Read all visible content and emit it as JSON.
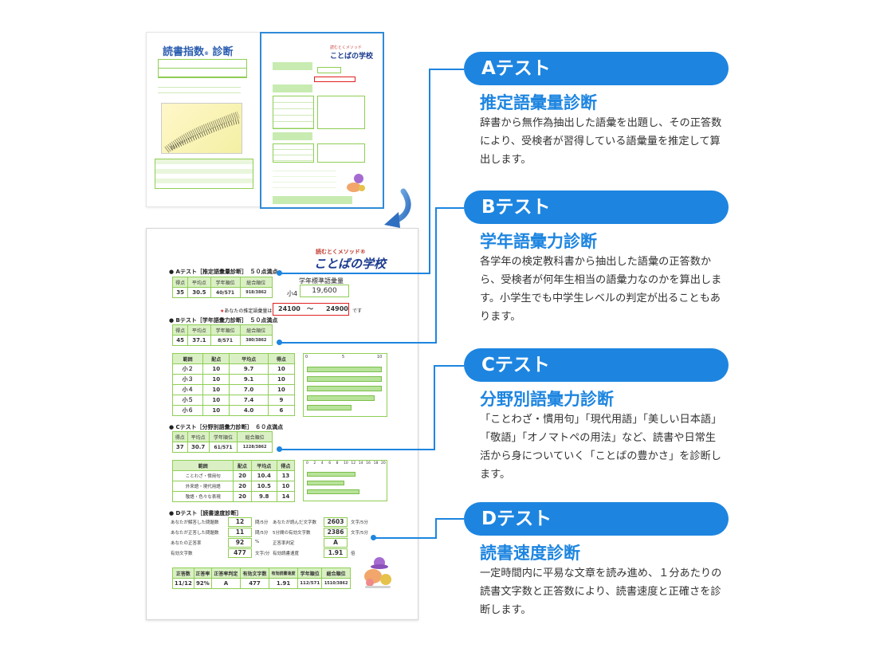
{
  "thumb1": {
    "title": "読書指数",
    "title_suffix": "診断"
  },
  "thumb2": {
    "logo_small": "読むとくメソッド",
    "logo": "ことばの学校"
  },
  "sheet": {
    "logo_small": "読むとくメソッド®",
    "logo": "ことばの学校",
    "a": {
      "title": "● Aテスト［推定語彙量診断］　５０点満点",
      "headers": [
        "得点",
        "平均点",
        "学年順位",
        "総合順位"
      ],
      "values": [
        "35",
        "30.5",
        "40/571",
        "918/3862"
      ],
      "std_label": "学年標準語彙量",
      "grade": "小4",
      "std_value": "19,600",
      "estimate_label": "あなたの推定語彙量は",
      "estimate_low": "24100",
      "tilde": "〜",
      "estimate_high": "24900",
      "desu": "です"
    },
    "b": {
      "title": "● Bテスト［学年語彙力診断］　５０点満点",
      "headers": [
        "得点",
        "平均点",
        "学年順位",
        "総合順位"
      ],
      "values": [
        "45",
        "37.1",
        "8/571",
        "380/3862"
      ],
      "detail_headers": [
        "範囲",
        "配点",
        "平均点",
        "得点"
      ],
      "rows": [
        [
          "小２",
          "10",
          "9.7",
          "10"
        ],
        [
          "小３",
          "10",
          "9.1",
          "10"
        ],
        [
          "小４",
          "10",
          "7.0",
          "10"
        ],
        [
          "小５",
          "10",
          "7.4",
          "9"
        ],
        [
          "小６",
          "10",
          "4.0",
          "6"
        ]
      ],
      "scale": [
        "0",
        "5",
        "10"
      ],
      "bars": [
        1.0,
        1.0,
        1.0,
        0.9,
        0.6
      ]
    },
    "c": {
      "title": "● Cテスト［分野別語彙力診断］　６０点満点",
      "headers": [
        "得点",
        "平均点",
        "学年順位",
        "総合順位"
      ],
      "values": [
        "37",
        "30.7",
        "61/571",
        "1228/3862"
      ],
      "detail_headers": [
        "範囲",
        "配点",
        "平均点",
        "得点"
      ],
      "rows": [
        [
          "ことわざ・慣用句",
          "20",
          "10.4",
          "13"
        ],
        [
          "外来語・現代用語",
          "20",
          "10.5",
          "10"
        ],
        [
          "敬語・色々な表現",
          "20",
          "9.8",
          "14"
        ]
      ],
      "scale": [
        "0",
        "2",
        "4",
        "6",
        "8",
        "10",
        "12",
        "14",
        "16",
        "18",
        "20"
      ],
      "bars": [
        0.65,
        0.5,
        0.7
      ]
    },
    "d": {
      "title": "● Dテスト［読書速度診断］",
      "left_rows": [
        {
          "label": "あなたが解答した問題数",
          "value": "12",
          "unit": "問/5分"
        },
        {
          "label": "あなたが正答した問題数",
          "value": "11",
          "unit": "問/5分"
        },
        {
          "label": "あなたの正答率",
          "value": "92",
          "unit": "%"
        },
        {
          "label": "有効文字数",
          "value": "477",
          "unit": "文字/分"
        }
      ],
      "right_rows": [
        {
          "label": "あなたが読んだ文字数",
          "value": "2603",
          "unit": "文字/5分"
        },
        {
          "label": "5分間の有効文字数",
          "value": "2386",
          "unit": "文字/5分"
        },
        {
          "label": "正答率判定",
          "value": "A",
          "unit": ""
        },
        {
          "label": "有効読書速度",
          "value": "1.91",
          "unit": "倍"
        }
      ],
      "summary_headers": [
        "正答数",
        "正答率",
        "正答率判定",
        "有効文字数",
        "有効読書速度",
        "学年順位",
        "総合順位"
      ],
      "summary_values": [
        "11/12",
        "92%",
        "A",
        "477",
        "1.91",
        "112/571",
        "1510/3862"
      ]
    }
  },
  "sections": [
    {
      "pill": "Aテスト",
      "heading": "推定語彙量診断",
      "body": "辞書から無作為抽出した語彙を出題し、その正答数により、受検者が習得している語彙量を推定して算出します。"
    },
    {
      "pill": "Bテスト",
      "heading": "学年語彙力診断",
      "body": "各学年の検定教科書から抽出した語彙の正答数から、受検者が何年生相当の語彙力なのかを算出します。小学生でも中学生レベルの判定が出ることもあります。"
    },
    {
      "pill": "Cテスト",
      "heading": "分野別語彙力診断",
      "body": "「ことわざ・慣用句」「現代用語」「美しい日本語」「敬語」「オノマトペの用法」など、読書や日常生活から身についていく「ことばの豊かさ」を診断します。"
    },
    {
      "pill": "Dテスト",
      "heading": "読書速度診断",
      "body": "一定時間内に平易な文章を読み進め、１分あたりの読書文字数と正答数により、読書速度と正確さを診断します。"
    }
  ],
  "colors": {
    "accent": "#1d85e0",
    "table_border": "#8fce55",
    "highlight_red": "#e02020"
  }
}
